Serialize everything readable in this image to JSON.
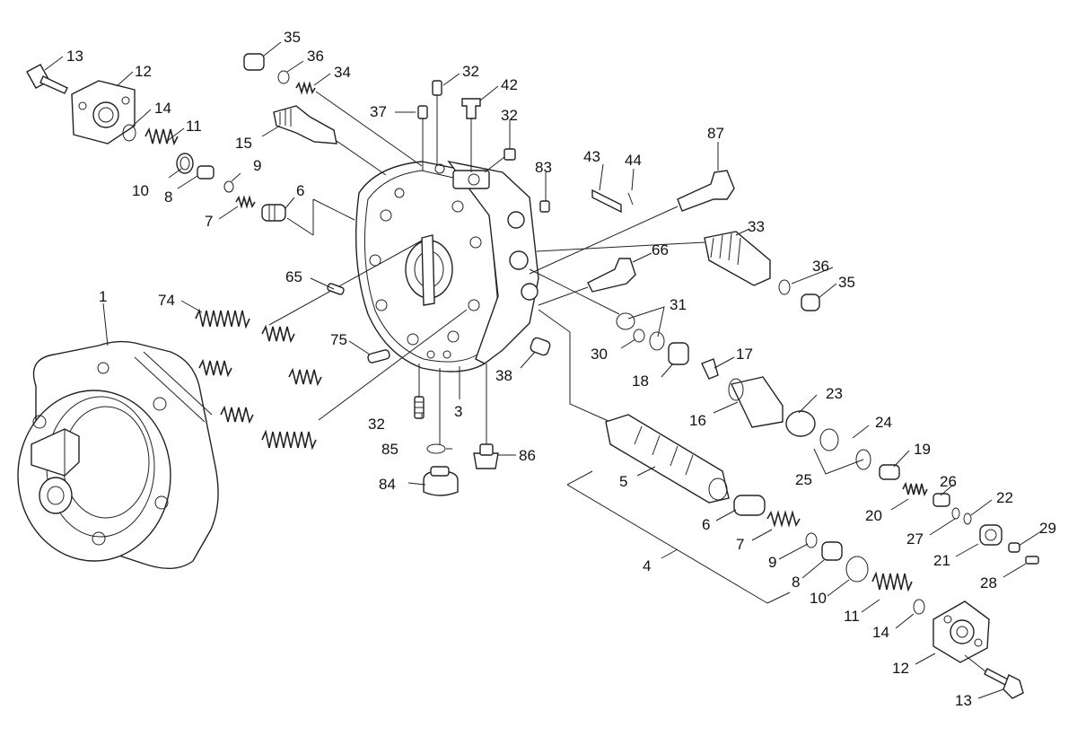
{
  "colors": {
    "ink": "#222222",
    "background": "#ffffff"
  },
  "callouts": [
    {
      "id": "c13a",
      "text": "13"
    },
    {
      "id": "c12a",
      "text": "12"
    },
    {
      "id": "c14a",
      "text": "14"
    },
    {
      "id": "c11a",
      "text": "11"
    },
    {
      "id": "c10a",
      "text": "10"
    },
    {
      "id": "c8a",
      "text": "8"
    },
    {
      "id": "c9a",
      "text": "9"
    },
    {
      "id": "c7a",
      "text": "7"
    },
    {
      "id": "c6a",
      "text": "6"
    },
    {
      "id": "c35a",
      "text": "35"
    },
    {
      "id": "c36a",
      "text": "36"
    },
    {
      "id": "c34",
      "text": "34"
    },
    {
      "id": "c32a",
      "text": "32"
    },
    {
      "id": "c42",
      "text": "42"
    },
    {
      "id": "c37",
      "text": "37"
    },
    {
      "id": "c32b",
      "text": "32"
    },
    {
      "id": "c15",
      "text": "15"
    },
    {
      "id": "c83",
      "text": "83"
    },
    {
      "id": "c43",
      "text": "43"
    },
    {
      "id": "c44",
      "text": "44"
    },
    {
      "id": "c87",
      "text": "87"
    },
    {
      "id": "c33",
      "text": "33"
    },
    {
      "id": "c66",
      "text": "66"
    },
    {
      "id": "c36b",
      "text": "36"
    },
    {
      "id": "c35b",
      "text": "35"
    },
    {
      "id": "c65",
      "text": "65"
    },
    {
      "id": "c74",
      "text": "74"
    },
    {
      "id": "c1",
      "text": "1"
    },
    {
      "id": "c31",
      "text": "31"
    },
    {
      "id": "c30",
      "text": "30"
    },
    {
      "id": "c75",
      "text": "75"
    },
    {
      "id": "c38",
      "text": "38"
    },
    {
      "id": "c17",
      "text": "17"
    },
    {
      "id": "c18",
      "text": "18"
    },
    {
      "id": "c23",
      "text": "23"
    },
    {
      "id": "c16",
      "text": "16"
    },
    {
      "id": "c32c",
      "text": "32"
    },
    {
      "id": "c3",
      "text": "3"
    },
    {
      "id": "c24",
      "text": "24"
    },
    {
      "id": "c85",
      "text": "85"
    },
    {
      "id": "c86",
      "text": "86"
    },
    {
      "id": "c19",
      "text": "19"
    },
    {
      "id": "c84",
      "text": "84"
    },
    {
      "id": "c5",
      "text": "5"
    },
    {
      "id": "c25",
      "text": "25"
    },
    {
      "id": "c26",
      "text": "26"
    },
    {
      "id": "c20",
      "text": "20"
    },
    {
      "id": "c22",
      "text": "22"
    },
    {
      "id": "c6b",
      "text": "6"
    },
    {
      "id": "c27",
      "text": "27"
    },
    {
      "id": "c7b",
      "text": "7"
    },
    {
      "id": "c29",
      "text": "29"
    },
    {
      "id": "c21",
      "text": "21"
    },
    {
      "id": "c9b",
      "text": "9"
    },
    {
      "id": "c4",
      "text": "4"
    },
    {
      "id": "c28",
      "text": "28"
    },
    {
      "id": "c8b",
      "text": "8"
    },
    {
      "id": "c10b",
      "text": "10"
    },
    {
      "id": "c11b",
      "text": "11"
    },
    {
      "id": "c14b",
      "text": "14"
    },
    {
      "id": "c12b",
      "text": "12"
    },
    {
      "id": "c13b",
      "text": "13"
    }
  ]
}
